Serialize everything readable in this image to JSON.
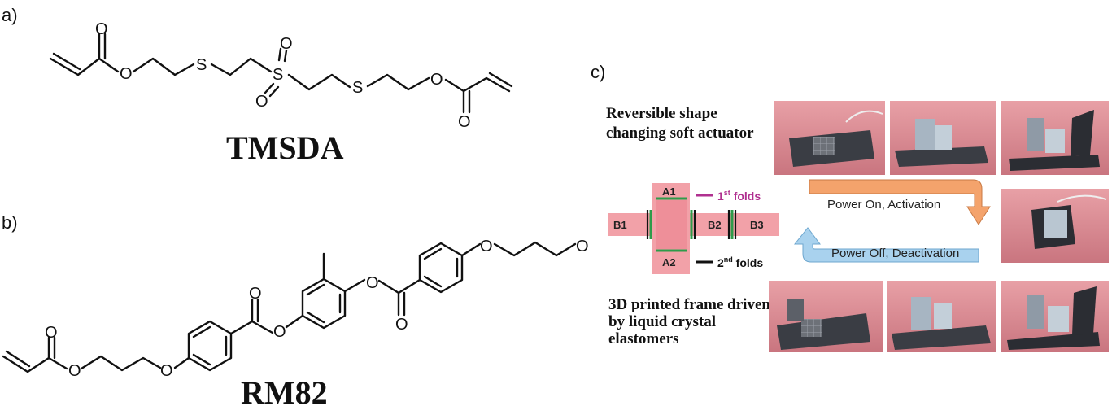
{
  "panels": {
    "a": {
      "label": "a)",
      "compound_name": "TMSDA",
      "atoms": {
        "O": "O",
        "S": "S"
      }
    },
    "b": {
      "label": "b)",
      "compound_name": "RM82",
      "atoms": {
        "O": "O"
      }
    },
    "c": {
      "label": "c)",
      "top_caption": [
        "Reversible shape",
        "changing soft actuator"
      ],
      "bottom_caption": [
        "3D printed frame driven",
        "by liquid crystal",
        "elastomers"
      ],
      "power_on_label": "Power On, Activation",
      "power_off_label": "Power Off, Deactivation",
      "segments": {
        "A1": "A1",
        "A2": "A2",
        "B1": "B1",
        "B2": "B2",
        "B3": "B3"
      },
      "folds": {
        "first": {
          "num": "1",
          "sup": "st",
          "text": " folds",
          "color": "#b03090"
        },
        "second": {
          "num": "2",
          "sup": "nd",
          "text": " folds",
          "color": "#111111"
        }
      },
      "colors": {
        "photo_background": "#d9868f",
        "arrow_on": "#f4a36c",
        "arrow_off": "#a9d2ee",
        "segment_pink": "#f2a1a8",
        "hinge_green": "#2e9b4a"
      }
    }
  }
}
